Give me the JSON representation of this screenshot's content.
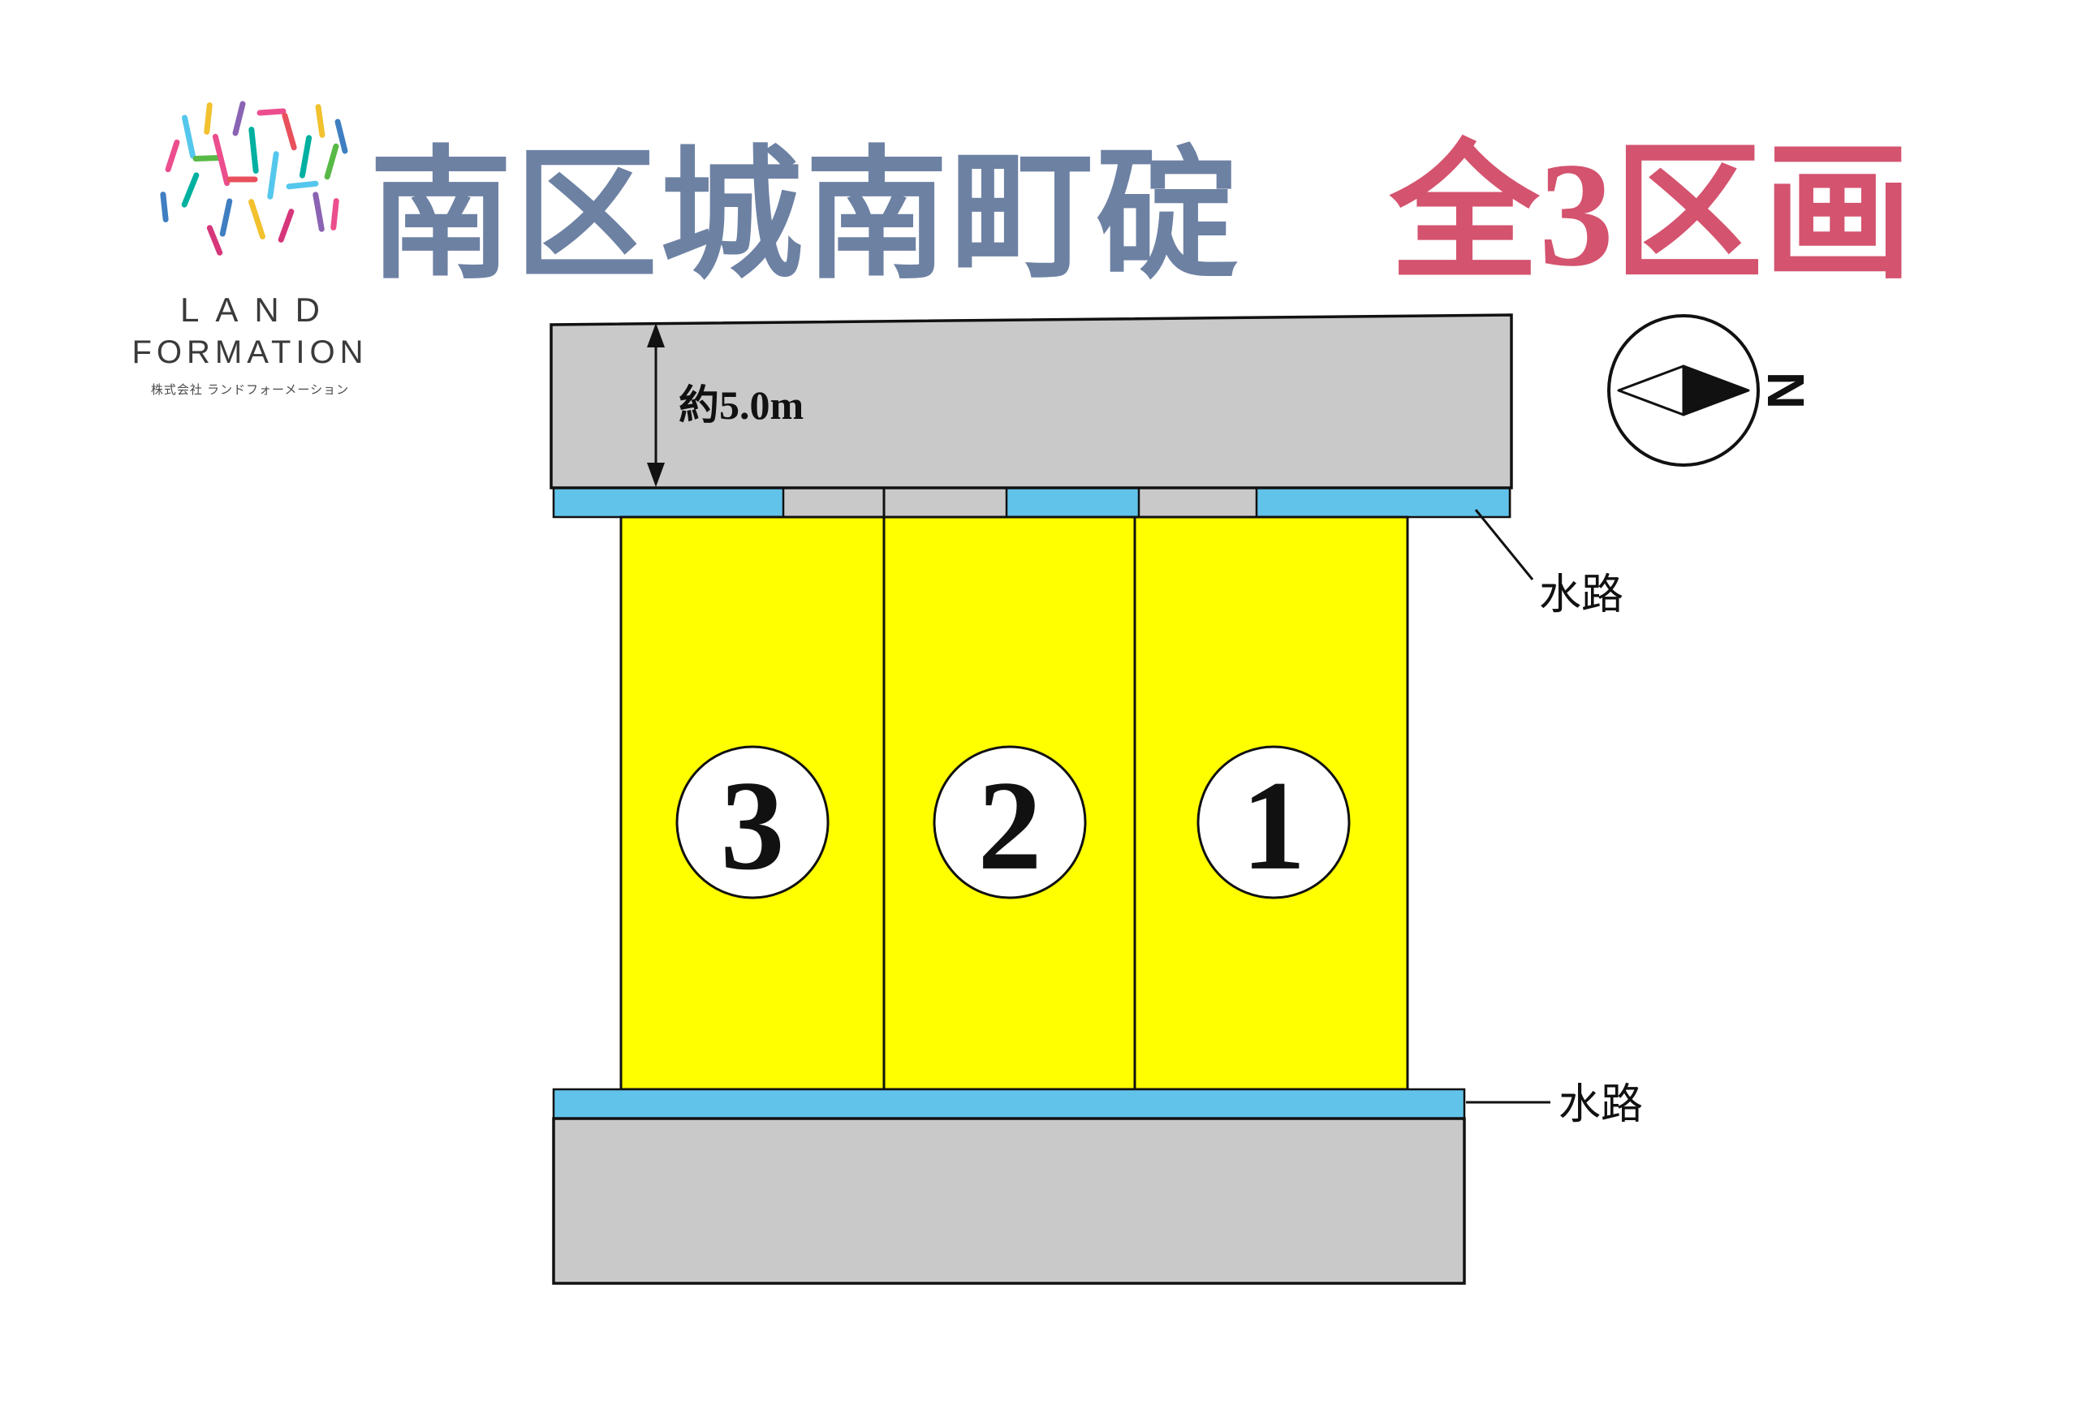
{
  "logo": {
    "name_line1": "LAND",
    "name_line2": "FORMATION",
    "company": "株式会社 ランドフォーメーション"
  },
  "header": {
    "title": "南区城南町碇",
    "lot_count_badge": "全3区画"
  },
  "compass": {
    "north_label": "N"
  },
  "plan": {
    "road_width_label": "約5.0m",
    "waterway_top_label": "水路",
    "waterway_bottom_label": "水路",
    "lots": [
      {
        "number": "3"
      },
      {
        "number": "2"
      },
      {
        "number": "1"
      }
    ]
  },
  "colors": {
    "title_blue": "#6d81a3",
    "badge_pink": "#d4536f",
    "lot_yellow": "#ffff00",
    "road_gray": "#c9c9ca",
    "water_blue": "#62c3ea",
    "outline_black": "#111111",
    "circle_white": "#ffffff"
  }
}
